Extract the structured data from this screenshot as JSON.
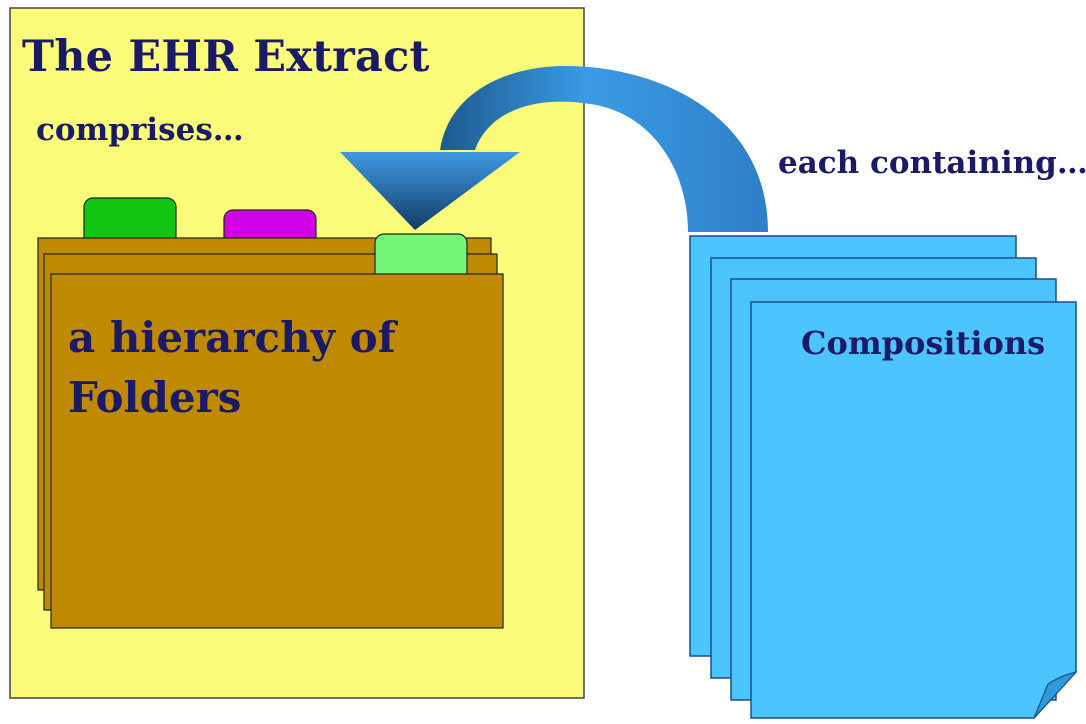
{
  "extract": {
    "title": "The EHR Extract",
    "comprises": "comprises…"
  },
  "folders": {
    "label": "a hierarchy of Folders"
  },
  "connector": {
    "text": "each containing…"
  },
  "compositions": {
    "label": "Compositions"
  },
  "colors": {
    "extract_panel": "#fbfb7a",
    "folder": "#c08a00",
    "tab_green": "#11c611",
    "tab_magenta": "#d200e4",
    "tab_lightgreen": "#75f575",
    "document": "#4cc4fd",
    "arrow": "#3a8ed8",
    "text": "#1a1a66"
  },
  "icons": [
    "folder-icon",
    "document-stack-icon",
    "curved-arrow-icon"
  ]
}
